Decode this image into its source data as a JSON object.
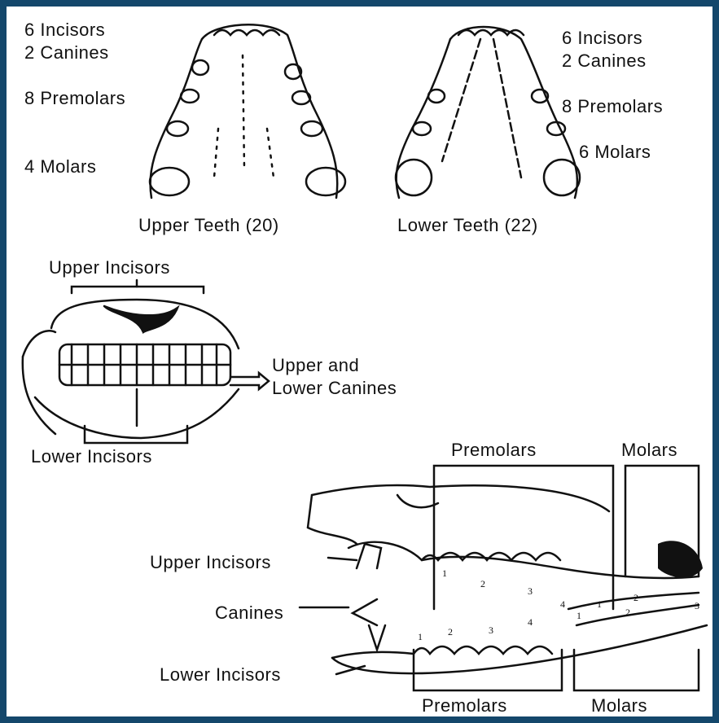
{
  "top": {
    "upper_left_labels": [
      "6 Incisors",
      "2 Canines",
      "8 Premolars",
      "4 Molars"
    ],
    "upper_caption": "Upper Teeth (20)",
    "lower_right_labels": [
      "6 Incisors",
      "2 Canines",
      "8 Premolars",
      "6 Molars"
    ],
    "lower_caption": "Lower Teeth (22)"
  },
  "front": {
    "upper_incisors": "Upper Incisors",
    "canines_line1": "Upper and",
    "canines_line2": "Lower Canines",
    "lower_incisors": "Lower Incisors"
  },
  "side": {
    "premolars_top": "Premolars",
    "molars_top": "Molars",
    "upper_incisors": "Upper Incisors",
    "canines": "Canines",
    "lower_incisors": "Lower Incisors",
    "premolars_bottom": "Premolars",
    "molars_bottom": "Molars",
    "upper_numbers": [
      "1",
      "2",
      "3",
      "4",
      "1",
      "2"
    ],
    "lower_numbers": [
      "1",
      "2",
      "3",
      "4",
      "1",
      "2",
      "3"
    ]
  },
  "colors": {
    "border": "#14476b",
    "ink": "#111111"
  }
}
